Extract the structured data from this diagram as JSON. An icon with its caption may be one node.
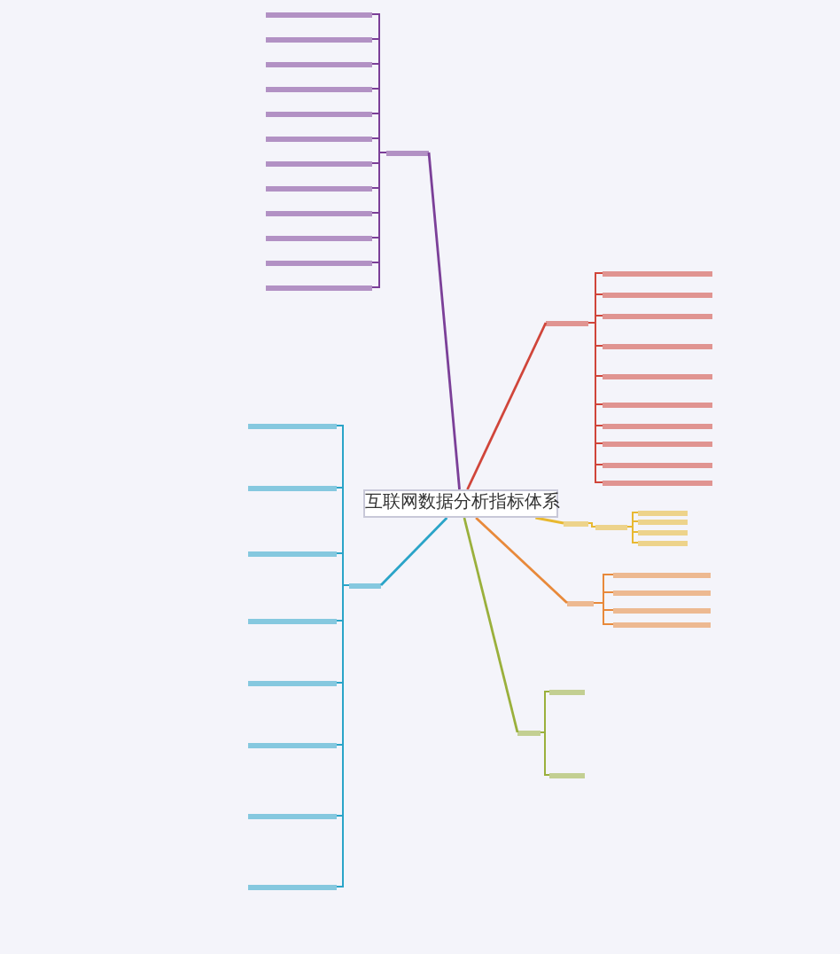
{
  "diagram": {
    "nodes": [
      {
        "text": [
          "互联网数据分析指标体系"
        ]
      },
      {
        "text": [],
        "shape": "bar"
      },
      {
        "text": [],
        "shape": "bar"
      },
      {
        "text": [],
        "shape": "bar"
      },
      {
        "text": [],
        "shape": "bar"
      },
      {
        "text": [],
        "shape": "bar"
      },
      {
        "text": [],
        "shape": "bar"
      },
      {
        "text": [],
        "shape": "bar"
      },
      {
        "text": [],
        "shape": "bar"
      },
      {
        "text": [],
        "shape": "bar"
      },
      {
        "text": [],
        "shape": "bar"
      },
      {
        "text": [],
        "shape": "bar"
      },
      {
        "text": [],
        "shape": "bar"
      },
      {
        "text": [],
        "shape": "bar"
      },
      {
        "text": [],
        "shape": "bar"
      },
      {
        "text": [],
        "shape": "bar"
      },
      {
        "text": [],
        "shape": "bar"
      },
      {
        "text": [],
        "shape": "bar"
      },
      {
        "text": [],
        "shape": "bar"
      },
      {
        "text": [],
        "shape": "bar"
      },
      {
        "text": [],
        "shape": "bar"
      },
      {
        "text": [],
        "shape": "bar"
      },
      {
        "text": [],
        "shape": "bar"
      },
      {
        "text": [],
        "shape": "bar"
      },
      {
        "text": [],
        "shape": "bar"
      },
      {
        "text": [],
        "shape": "bar"
      },
      {
        "text": [],
        "shape": "bar"
      },
      {
        "text": [],
        "shape": "bar"
      },
      {
        "text": [],
        "shape": "bar"
      },
      {
        "text": [],
        "shape": "bar"
      },
      {
        "text": [],
        "shape": "bar"
      },
      {
        "text": [],
        "shape": "bar"
      },
      {
        "text": [],
        "shape": "bar"
      },
      {
        "text": [],
        "shape": "bar"
      },
      {
        "text": [],
        "shape": "bar"
      },
      {
        "text": [],
        "shape": "bar"
      },
      {
        "text": [],
        "shape": "bar"
      },
      {
        "text": [],
        "shape": "bar"
      },
      {
        "text": [],
        "shape": "bar"
      },
      {
        "text": [],
        "shape": "bar"
      },
      {
        "text": [],
        "shape": "bar"
      },
      {
        "text": [],
        "shape": "bar"
      },
      {
        "text": [],
        "shape": "bar"
      },
      {
        "text": [],
        "shape": "bar"
      },
      {
        "text": [],
        "shape": "bar"
      },
      {
        "text": [],
        "shape": "bar"
      },
      {
        "text": [],
        "shape": "bar"
      },
      {
        "text": [],
        "shape": "bar"
      }
    ],
    "edges": [
      {
        "from": 0,
        "to": 1,
        "arrow": "none"
      },
      {
        "from": 1,
        "to": 2,
        "arrow": "none"
      },
      {
        "from": 1,
        "to": 3,
        "arrow": "none"
      },
      {
        "from": 1,
        "to": 4,
        "arrow": "none"
      },
      {
        "from": 1,
        "to": 5,
        "arrow": "none"
      },
      {
        "from": 1,
        "to": 6,
        "arrow": "none"
      },
      {
        "from": 1,
        "to": 7,
        "arrow": "none"
      },
      {
        "from": 1,
        "to": 8,
        "arrow": "none"
      },
      {
        "from": 1,
        "to": 9,
        "arrow": "none"
      },
      {
        "from": 1,
        "to": 10,
        "arrow": "none"
      },
      {
        "from": 1,
        "to": 11,
        "arrow": "none"
      },
      {
        "from": 1,
        "to": 12,
        "arrow": "none"
      },
      {
        "from": 1,
        "to": 13,
        "arrow": "none"
      },
      {
        "from": 0,
        "to": 14,
        "arrow": "none",
        "color": "#d0453a"
      },
      {
        "from": 14,
        "to": 15,
        "arrow": "none",
        "color": "#d0453a"
      },
      {
        "from": 14,
        "to": 16,
        "arrow": "none",
        "color": "#d0453a"
      },
      {
        "from": 14,
        "to": 17,
        "arrow": "none",
        "color": "#d0453a"
      },
      {
        "from": 14,
        "to": 18,
        "arrow": "none",
        "color": "#d0453a"
      },
      {
        "from": 14,
        "to": 19,
        "arrow": "none",
        "color": "#d0453a"
      },
      {
        "from": 14,
        "to": 20,
        "arrow": "none",
        "color": "#d0453a"
      },
      {
        "from": 14,
        "to": 21,
        "arrow": "none",
        "color": "#d0453a"
      },
      {
        "from": 14,
        "to": 22,
        "arrow": "none",
        "color": "#d0453a"
      },
      {
        "from": 14,
        "to": 23,
        "arrow": "none",
        "color": "#d0453a"
      },
      {
        "from": 14,
        "to": 24,
        "arrow": "none",
        "color": "#d0453a"
      },
      {
        "from": 0,
        "to": 25,
        "arrow": "none",
        "color": "#e8b830"
      },
      {
        "from": 25,
        "to": 26,
        "arrow": "none",
        "color": "#e8b830"
      },
      {
        "from": 26,
        "to": 27,
        "arrow": "none",
        "color": "#e8b830"
      },
      {
        "from": 26,
        "to": 28,
        "arrow": "none",
        "color": "#e8b830"
      },
      {
        "from": 26,
        "to": 29,
        "arrow": "none",
        "color": "#e8b830"
      },
      {
        "from": 26,
        "to": 30,
        "arrow": "none",
        "color": "#e8b830"
      },
      {
        "from": 0,
        "to": 31,
        "arrow": "none",
        "color": "#e8893a"
      },
      {
        "from": 31,
        "to": 32,
        "arrow": "none",
        "color": "#e8893a"
      },
      {
        "from": 31,
        "to": 33,
        "arrow": "none",
        "color": "#e8893a"
      },
      {
        "from": 31,
        "to": 34,
        "arrow": "none",
        "color": "#e8893a"
      },
      {
        "from": 31,
        "to": 35,
        "arrow": "none",
        "color": "#e8893a"
      },
      {
        "from": 0,
        "to": 36,
        "arrow": "none",
        "color": "#9ab03c"
      },
      {
        "from": 36,
        "to": 37,
        "arrow": "none",
        "color": "#9ab03c"
      },
      {
        "from": 36,
        "to": 38,
        "arrow": "none",
        "color": "#9ab03c"
      },
      {
        "from": 0,
        "to": 39,
        "arrow": "none",
        "color": "#2aa4c8"
      },
      {
        "from": 39,
        "to": 40,
        "arrow": "none",
        "color": "#2aa4c8"
      },
      {
        "from": 39,
        "to": 41,
        "arrow": "none",
        "color": "#2aa4c8"
      },
      {
        "from": 39,
        "to": 42,
        "arrow": "none",
        "color": "#2aa4c8"
      },
      {
        "from": 39,
        "to": 43,
        "arrow": "none",
        "color": "#2aa4c8"
      },
      {
        "from": 39,
        "to": 44,
        "arrow": "none",
        "color": "#2aa4c8"
      },
      {
        "from": 39,
        "to": 45,
        "arrow": "none",
        "color": "#2aa4c8"
      },
      {
        "from": 39,
        "to": 46,
        "arrow": "none",
        "color": "#2aa4c8"
      },
      {
        "from": 39,
        "to": 47,
        "arrow": "none",
        "color": "#2aa4c8"
      }
    ]
  }
}
